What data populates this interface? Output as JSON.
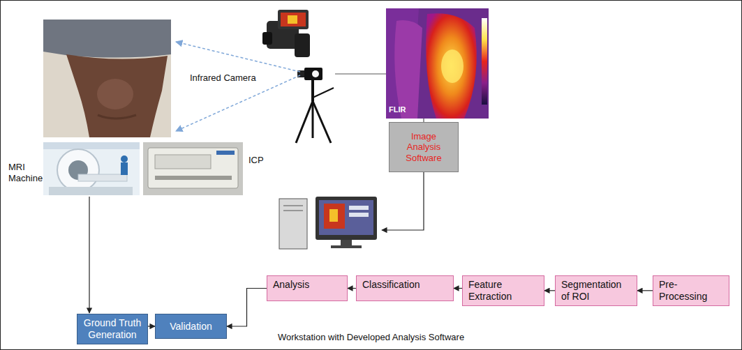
{
  "diagram": {
    "nodes": [
      {
        "text": [
          "Image Analysis Software"
        ]
      },
      {
        "text": [
          "Analysis"
        ]
      },
      {
        "text": [
          "Classification"
        ]
      },
      {
        "text": [
          "Feature Extraction"
        ]
      },
      {
        "text": [
          "Segmentation of ROI"
        ]
      },
      {
        "text": [
          "Pre-Processing"
        ]
      },
      {
        "text": [
          "Ground Truth Generation"
        ]
      },
      {
        "text": [
          "Validation"
        ]
      }
    ],
    "edges": [
      {
        "from": 5,
        "to": 4,
        "arrow": "to"
      },
      {
        "from": 4,
        "to": 3,
        "arrow": "to"
      },
      {
        "from": 3,
        "to": 2,
        "arrow": "to"
      },
      {
        "from": 2,
        "to": 1,
        "arrow": "to"
      },
      {
        "from": 1,
        "to": 7,
        "arrow": "to"
      },
      {
        "from": 6,
        "to": 7,
        "arrow": "to"
      }
    ],
    "labels": [
      "Infrared Camera",
      "MRI Machine",
      "ICP",
      "FLIR",
      "Workstation with Developed Analysis Software"
    ]
  }
}
